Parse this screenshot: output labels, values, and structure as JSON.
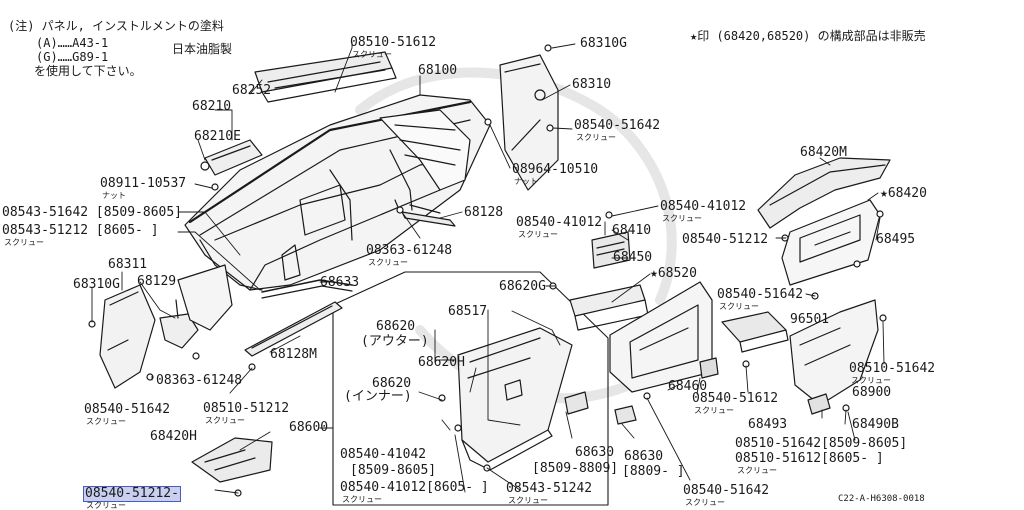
{
  "notes": {
    "line1": "(注) パネル, インストルメントの塗料",
    "line2": "(A)……A43-1",
    "line3": "(G)……G89-1",
    "line3b": "日本油脂製",
    "line4": "を使用して下さい。",
    "star_note": "★印 (68420,68520) の構成部品は非販売"
  },
  "drawing_code": "C22-A-H6308-0018",
  "labels": [
    {
      "id": "p08510-51612-a",
      "text": "08510-51612",
      "sub": "スクリュー"
    },
    {
      "id": "p68310G-a",
      "text": "68310G"
    },
    {
      "id": "p68252",
      "text": "68252"
    },
    {
      "id": "p68100",
      "text": "68100"
    },
    {
      "id": "p68310",
      "text": "68310"
    },
    {
      "id": "p68210",
      "text": "68210"
    },
    {
      "id": "p68210E",
      "text": "68210E"
    },
    {
      "id": "p08540-51642-a",
      "text": "08540-51642",
      "sub": "スクリュー"
    },
    {
      "id": "p08964-10510",
      "text": "08964-10510",
      "sub": "ナット"
    },
    {
      "id": "p08911-10537",
      "text": "08911-10537",
      "sub": "ナット"
    },
    {
      "id": "p68420M",
      "text": "68420M"
    },
    {
      "id": "p08543-51642-a",
      "text": "08543-51642 [8509-8605]"
    },
    {
      "id": "p08543-51212",
      "text": "08543-51212 [8605-    ]",
      "sub": "スクリュー"
    },
    {
      "id": "p68128",
      "text": "68128"
    },
    {
      "id": "p08540-41012-a",
      "text": "08540-41012",
      "sub": "スクリュー"
    },
    {
      "id": "p08540-41012-b",
      "text": "08540-41012",
      "sub": "スクリュー"
    },
    {
      "id": "p68420",
      "text": "★68420"
    },
    {
      "id": "p68410",
      "text": "68410"
    },
    {
      "id": "p08540-51212-a",
      "text": "08540-51212"
    },
    {
      "id": "p68495",
      "text": "68495"
    },
    {
      "id": "p08363-61248-a",
      "text": "08363-61248",
      "sub": "スクリュー"
    },
    {
      "id": "p68450",
      "text": "68450"
    },
    {
      "id": "p68520",
      "text": "★68520"
    },
    {
      "id": "p68311",
      "text": "68311"
    },
    {
      "id": "p68310G-b",
      "text": "68310G"
    },
    {
      "id": "p68129",
      "text": "68129"
    },
    {
      "id": "p68633",
      "text": "68633"
    },
    {
      "id": "p68620G",
      "text": "68620G"
    },
    {
      "id": "p08540-51642-b",
      "text": "08540-51642",
      "sub": "スクリュー"
    },
    {
      "id": "p96501",
      "text": "96501"
    },
    {
      "id": "p68517",
      "text": "68517"
    },
    {
      "id": "p68620-outer",
      "text": "68620"
    },
    {
      "id": "p68620-outer-jp",
      "text": "(アウター)"
    },
    {
      "id": "p68128M",
      "text": "68128M"
    },
    {
      "id": "p68620H",
      "text": "68620H"
    },
    {
      "id": "p08510-51642",
      "text": "08510-51642",
      "sub": "スクリュー"
    },
    {
      "id": "p08363-61248-b",
      "text": "08363-61248"
    },
    {
      "id": "p68620-inner",
      "text": "68620"
    },
    {
      "id": "p68620-inner-jp",
      "text": "(インナー)"
    },
    {
      "id": "p68460",
      "text": "68460"
    },
    {
      "id": "p08540-51642-c",
      "text": "08540-51642",
      "sub": "スクリュー"
    },
    {
      "id": "p08510-51212",
      "text": "08510-51212",
      "sub": "スクリュー"
    },
    {
      "id": "p08540-51612",
      "text": "08540-51612",
      "sub": "スクリュー"
    },
    {
      "id": "p68900",
      "text": "68900"
    },
    {
      "id": "p68493",
      "text": "68493"
    },
    {
      "id": "p68490B",
      "text": "68490B"
    },
    {
      "id": "p68420H",
      "text": "68420H"
    },
    {
      "id": "p68600",
      "text": "68600"
    },
    {
      "id": "p08540-41042",
      "text": "08540-41042"
    },
    {
      "id": "p8509-8605",
      "text": "[8509-8605]"
    },
    {
      "id": "p68630-a",
      "text": "68630"
    },
    {
      "id": "p68630-a-range",
      "text": "[8509-8809]"
    },
    {
      "id": "p68630-b",
      "text": "68630"
    },
    {
      "id": "p68630-b-range",
      "text": "[8809-    ]"
    },
    {
      "id": "p08510-51642-range",
      "text": "08510-51642[8509-8605]"
    },
    {
      "id": "p08510-51612-range",
      "text": "08510-51612[8605-    ]",
      "sub": "スクリュー"
    },
    {
      "id": "p08540-41012-c",
      "text": "08540-41012[8605-    ]",
      "sub": "スクリュー"
    },
    {
      "id": "p08543-51242",
      "text": "08543-51242",
      "sub": "スクリュー"
    },
    {
      "id": "p08540-51642-d",
      "text": "08540-51642",
      "sub": "スクリュー"
    },
    {
      "id": "p08540-51212-sel",
      "text": "08540-51212-",
      "sub": "スクリュー",
      "selected": true
    }
  ]
}
